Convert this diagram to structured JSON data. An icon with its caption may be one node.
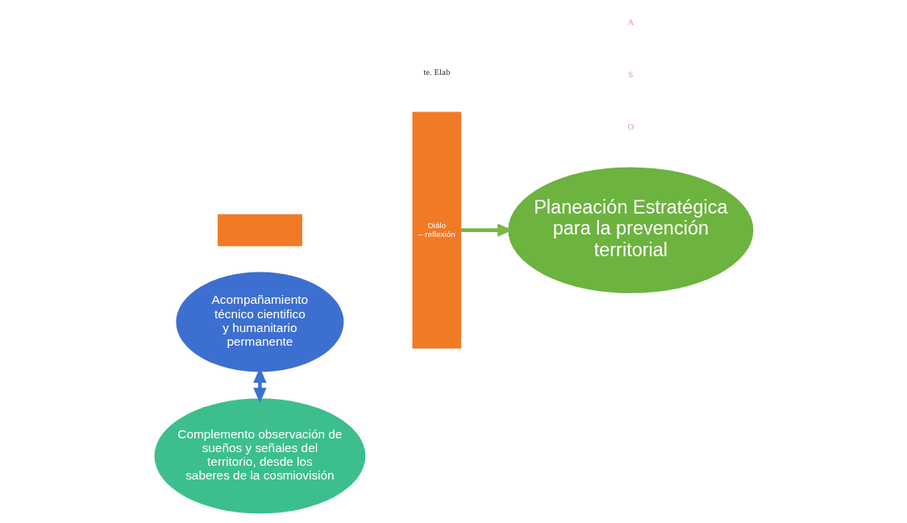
{
  "diagram": {
    "nodes": [
      {
        "text": [
          "Acompañamiento técnico cientifico y humanitario permanente"
        ]
      },
      {
        "text": [
          "Complemento observación de sueños y señales del territorio, desde los saberes de la cosmiovisión"
        ]
      },
      {
        "text": [],
        "shape": "box"
      },
      {
        "text": [
          "Diálo",
          "– reflexión"
        ]
      },
      {
        "text": [
          "Planeación Estratégica para la prevención territorial"
        ]
      }
    ],
    "edges": [
      {
        "from": 0,
        "to": 1,
        "arrow": "both",
        "color": "#3d6fd0"
      },
      {
        "from": 3,
        "to": 4,
        "arrow": "to",
        "color": "#7ab648"
      }
    ],
    "labels": [
      "O",
      "S",
      "A",
      "te. Elab"
    ]
  }
}
